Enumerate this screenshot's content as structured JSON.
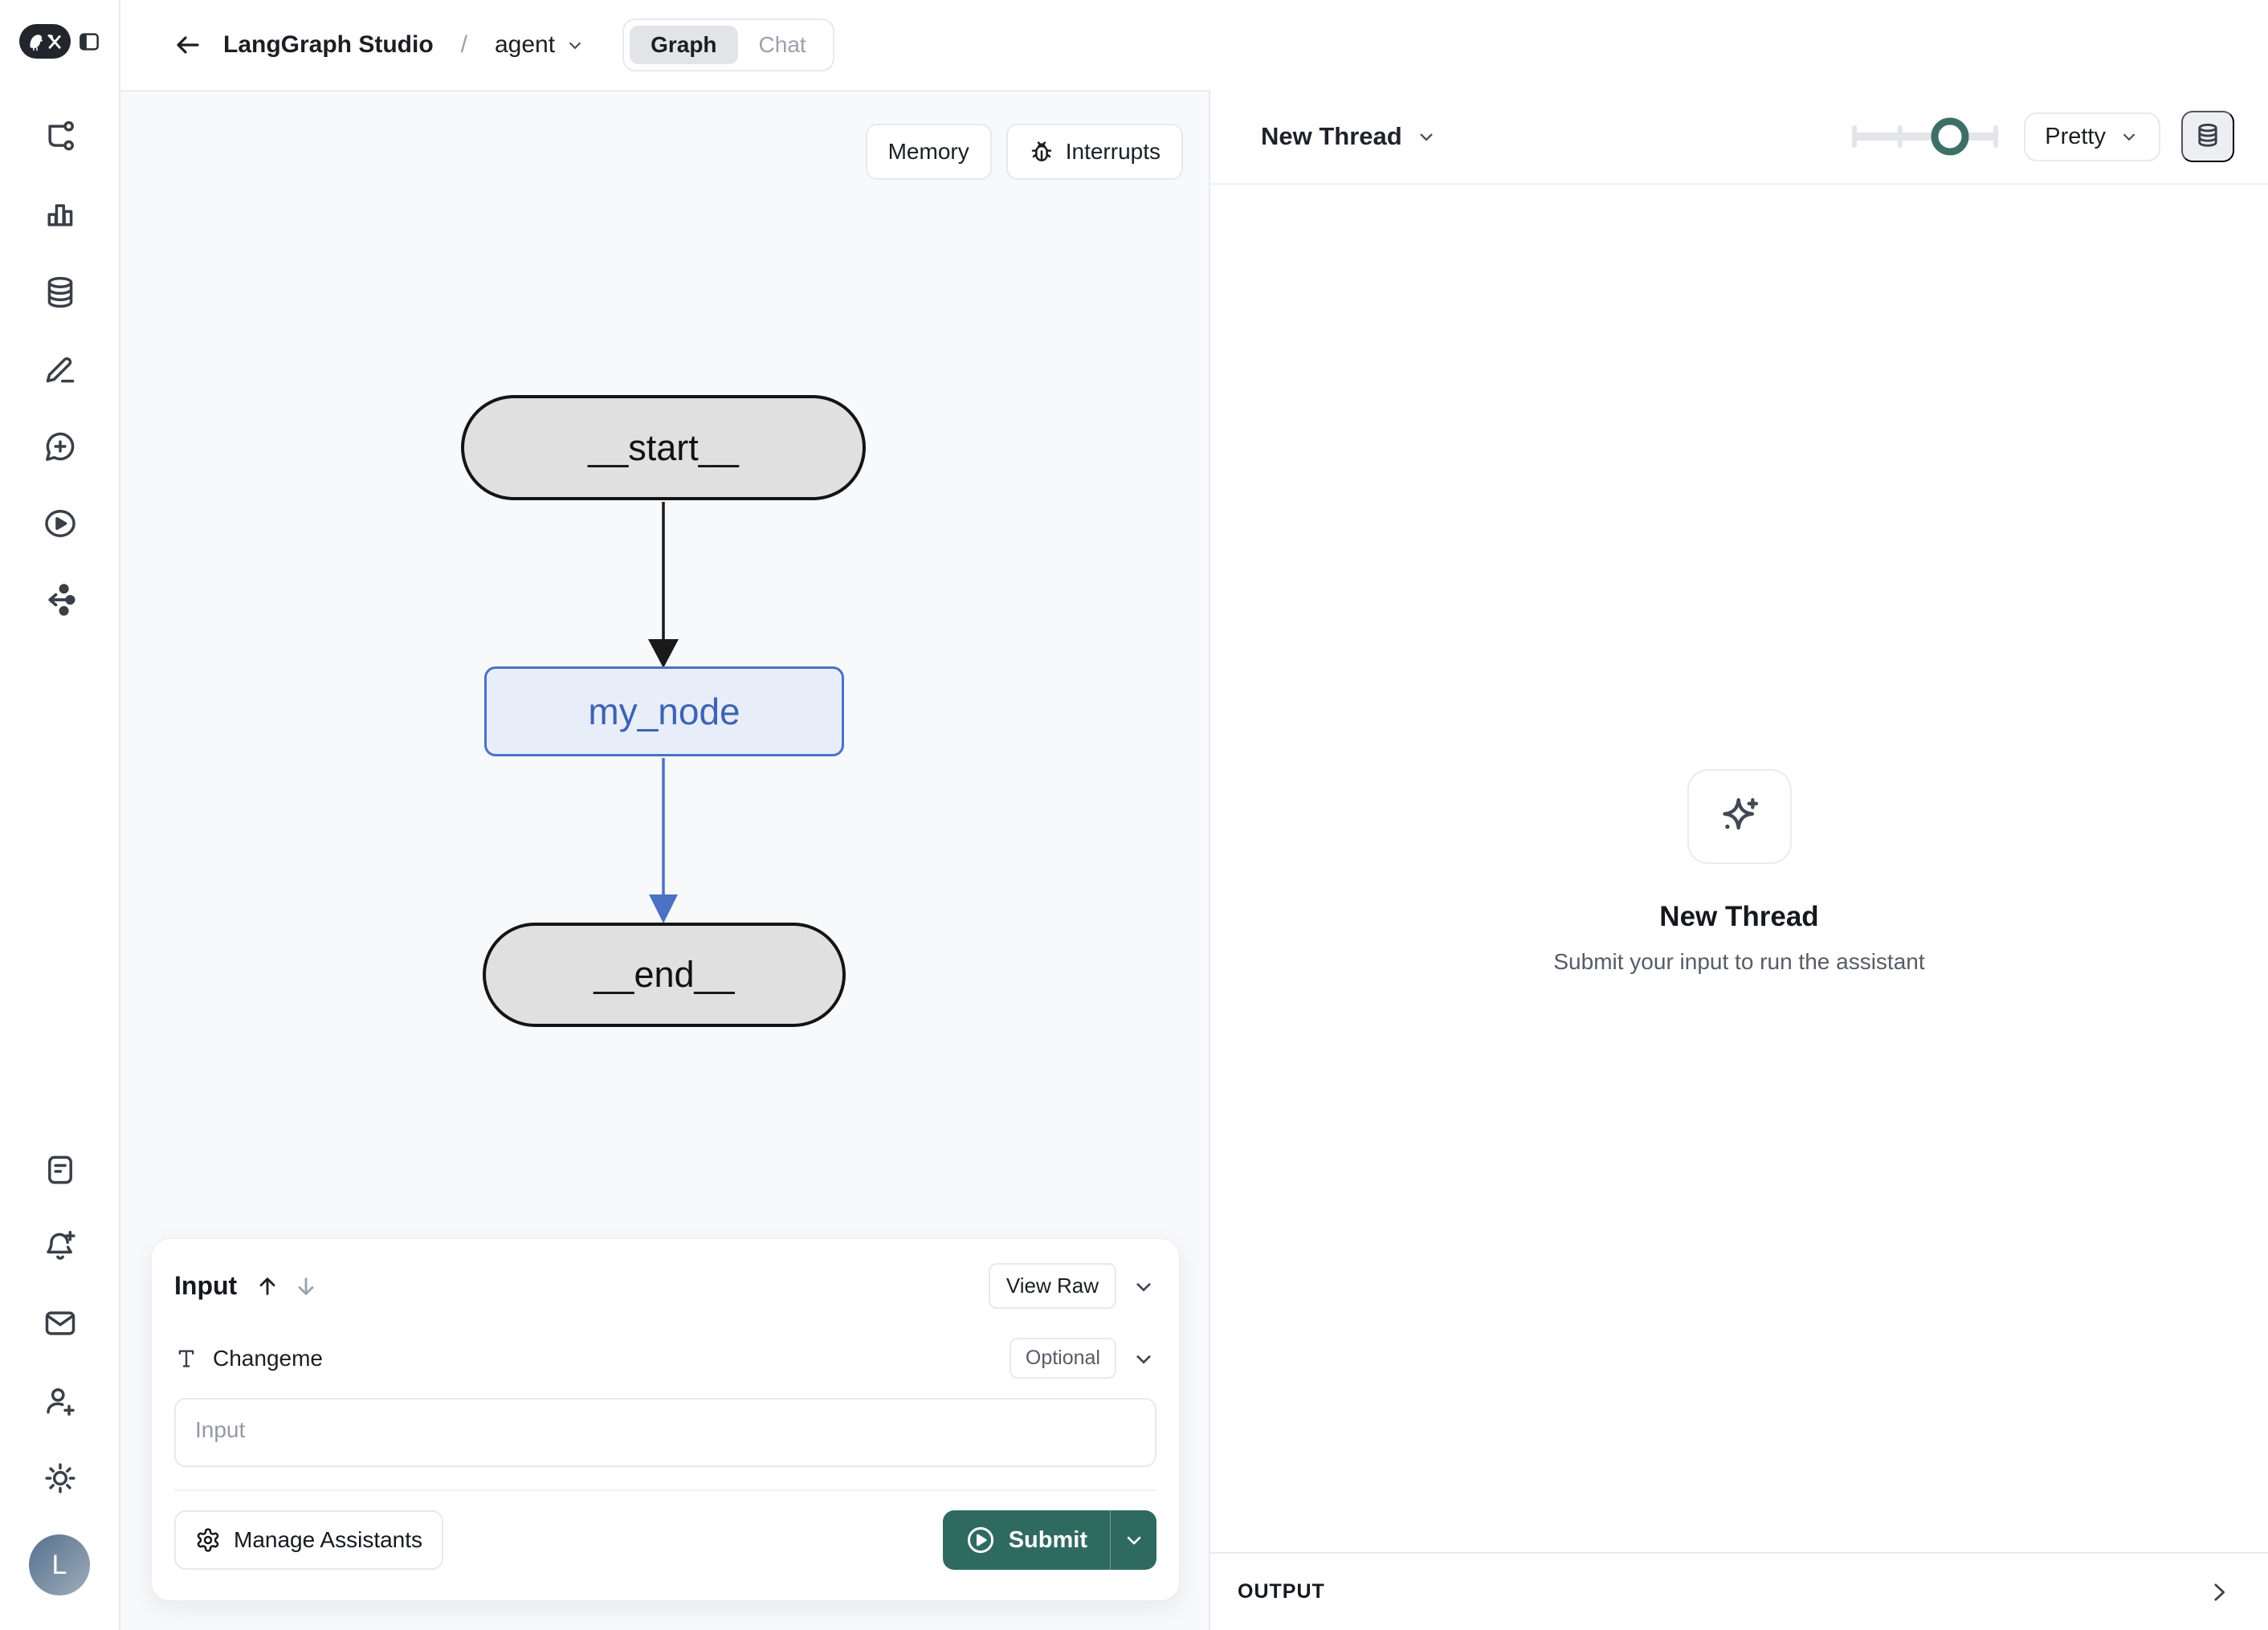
{
  "header": {
    "app_title": "LangGraph Studio",
    "breadcrumb_separator": "/",
    "agent_selector": "agent",
    "tabs": {
      "graph": "Graph",
      "chat": "Chat",
      "active": "Graph"
    }
  },
  "sidebar": {
    "top_icons": [
      "workflow-icon",
      "bar-chart-icon",
      "database-icon",
      "edit-icon",
      "new-chat-icon",
      "play-circle-icon",
      "share-graph-icon"
    ],
    "bottom_icons": [
      "notes-icon",
      "bell-plus-icon",
      "mail-icon",
      "user-plus-icon",
      "sun-icon"
    ],
    "avatar_initial": "L"
  },
  "canvas": {
    "memory_button": "Memory",
    "interrupts_button": "Interrupts",
    "graph": {
      "nodes": [
        {
          "id": "start",
          "label": "__start__",
          "type": "terminal"
        },
        {
          "id": "my_node",
          "label": "my_node",
          "type": "task"
        },
        {
          "id": "end",
          "label": "__end__",
          "type": "terminal"
        }
      ],
      "edges": [
        {
          "from": "__start__",
          "to": "my_node",
          "color": "#1a1a1a"
        },
        {
          "from": "my_node",
          "to": "__end__",
          "color": "#4b72c5"
        }
      ]
    }
  },
  "input_panel": {
    "title": "Input",
    "view_raw_button": "View Raw",
    "field": {
      "label": "Changeme",
      "badge": "Optional",
      "placeholder": "Input",
      "value": ""
    },
    "manage_assistants_button": "Manage Assistants",
    "submit_button": "Submit"
  },
  "thread_panel": {
    "selector_label": "New Thread",
    "render_mode": "Pretty",
    "zoom_slider_position": 0.67,
    "empty_state": {
      "title": "New Thread",
      "subtitle": "Submit your input to run the assistant"
    },
    "output_label": "OUTPUT"
  },
  "colors": {
    "accent_teal": "#2f6a60",
    "slider_knob_teal": "#3d6f68",
    "node_task_border": "#4b72c5",
    "node_task_fill": "#e8eef9",
    "node_task_text": "#3e63b4",
    "node_terminal_fill": "#e0e0e0",
    "edge_default": "#1a1a1a",
    "canvas_bg": "#f8f9fb",
    "border_gray": "#e7e9ec"
  }
}
